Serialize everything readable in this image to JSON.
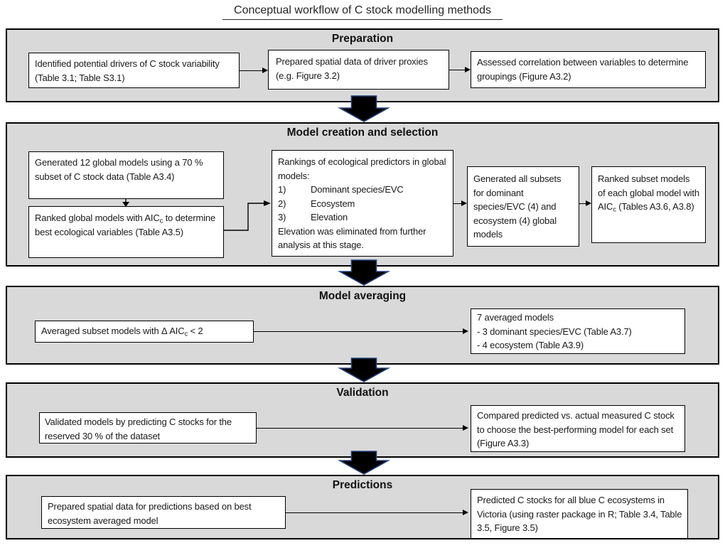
{
  "title": "Conceptual workflow of C stock modelling methods",
  "colors": {
    "section_background": "#d9d9d9",
    "box_background": "#ffffff",
    "border": "#000000",
    "big_arrow_fill": "#000000",
    "big_arrow_outline": "#24407a"
  },
  "sections": {
    "preparation": {
      "header": "Preparation",
      "boxes": {
        "identified": "Identified potential drivers of C stock variability (Table 3.1; Table S3.1)",
        "prepared": "Prepared spatial data of driver proxies (e.g. Figure 3.2)",
        "assessed": "Assessed correlation between variables to determine groupings (Figure A3.2)"
      }
    },
    "model_creation": {
      "header": "Model creation and selection",
      "boxes": {
        "global_models": "Generated 12 global models using a 70 % subset of C stock data (Table A3.4)",
        "ranked_global": {
          "pre": "Ranked global models with AIC",
          "sub": "c",
          "post": " to determine best ecological variables (Table A3.5)"
        },
        "rankings": {
          "intro": "Rankings of ecological predictors in global models:",
          "items": [
            {
              "num": "1)",
              "label": "Dominant species/EVC"
            },
            {
              "num": "2)",
              "label": "Ecosystem"
            },
            {
              "num": "3)",
              "label": "Elevation"
            }
          ],
          "note": "Elevation was eliminated from further analysis at this stage."
        },
        "subsets": "Generated all subsets for dominant species/EVC (4) and ecosystem (4) global models",
        "ranked_subsets": {
          "pre": "Ranked subset models of each global model with AIC",
          "sub": "c",
          "post": " (Tables A3.6, A3.8)"
        }
      }
    },
    "model_averaging": {
      "header": "Model averaging",
      "boxes": {
        "averaged": {
          "pre": "Averaged subset models with Δ AIC",
          "sub": "c",
          "post": " < 2"
        },
        "result_lines": [
          "7 averaged models",
          "- 3 dominant species/EVC (Table A3.7)",
          "- 4 ecosystem (Table A3.9)"
        ]
      }
    },
    "validation": {
      "header": "Validation",
      "boxes": {
        "validated": "Validated models by predicting C stocks for the reserved 30 % of the dataset",
        "compared": "Compared predicted vs. actual measured C stock to choose the best-performing model for each set (Figure A3.3)"
      }
    },
    "predictions": {
      "header": "Predictions",
      "boxes": {
        "prepared": "Prepared spatial data for predictions based on best ecosystem averaged model",
        "predicted": "Predicted C stocks for all blue C ecosystems in Victoria (using raster package in R; Table 3.4, Table 3.5, Figure 3.5)"
      }
    }
  }
}
